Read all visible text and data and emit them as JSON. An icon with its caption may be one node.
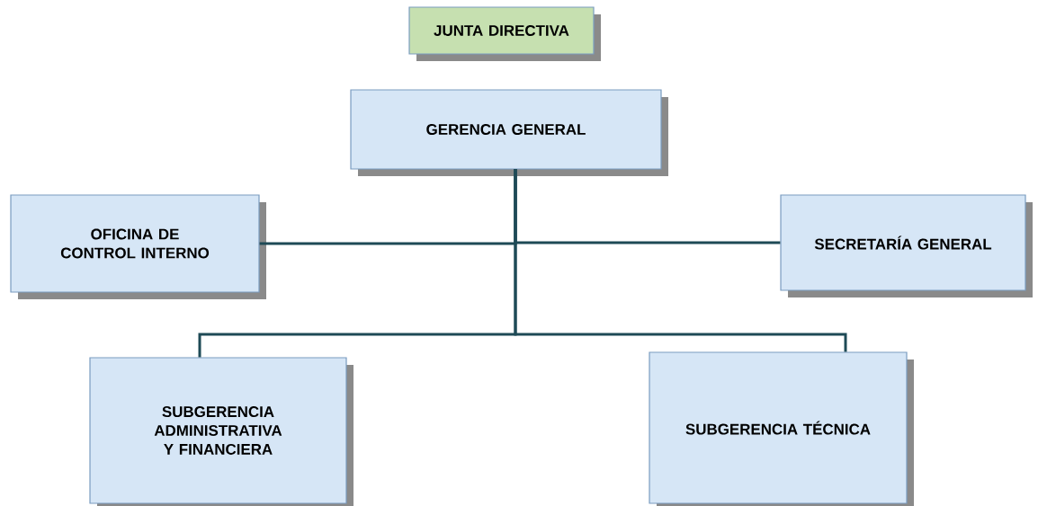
{
  "diagram": {
    "nodes": [
      {
        "text": [
          "JUNTA DIRECTIVA"
        ]
      },
      {
        "text": [
          "GERENCIA GENERAL"
        ]
      },
      {
        "text": [
          "OFICINA DE CONTROL INTERNO"
        ]
      },
      {
        "text": [
          "SECRETARÍA GENERAL"
        ]
      },
      {
        "text": [
          "SUBGERENCIA ADMINISTRATIVA Y FINANCIERA"
        ]
      },
      {
        "text": [
          "SUBGERENCIA TÉCNICA"
        ]
      }
    ],
    "edges": [
      {
        "from": 1,
        "to": 2,
        "arrow": "none"
      },
      {
        "from": 1,
        "to": 3,
        "arrow": "none"
      },
      {
        "from": 1,
        "to": 4,
        "arrow": "none"
      },
      {
        "from": 1,
        "to": 5,
        "arrow": "none"
      }
    ]
  }
}
